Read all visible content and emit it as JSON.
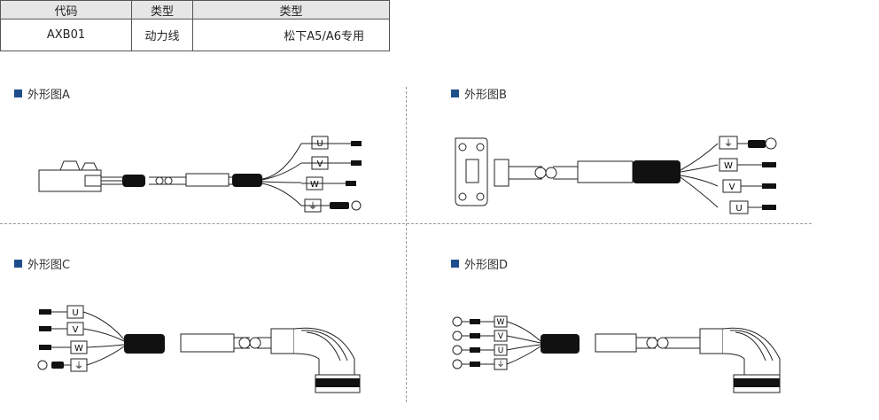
{
  "table": {
    "headers": [
      "代码",
      "类型",
      "类型"
    ],
    "row": [
      "AXB01",
      "动力线",
      "松下A5/A6专用"
    ]
  },
  "sections": [
    {
      "title": "外形图A",
      "labels": [
        "U",
        "V",
        "W",
        "⏚"
      ]
    },
    {
      "title": "外形图B",
      "labels": [
        "⏚",
        "W",
        "V",
        "U"
      ]
    },
    {
      "title": "外形图C",
      "labels": [
        "U",
        "V",
        "W",
        "⏚"
      ]
    },
    {
      "title": "外形图D",
      "labels": [
        "W",
        "V",
        "U",
        "⏚"
      ]
    }
  ],
  "colors": {
    "accent": "#1f4e8c",
    "cable": "#222222",
    "header_bg": "#e6e6e6"
  }
}
